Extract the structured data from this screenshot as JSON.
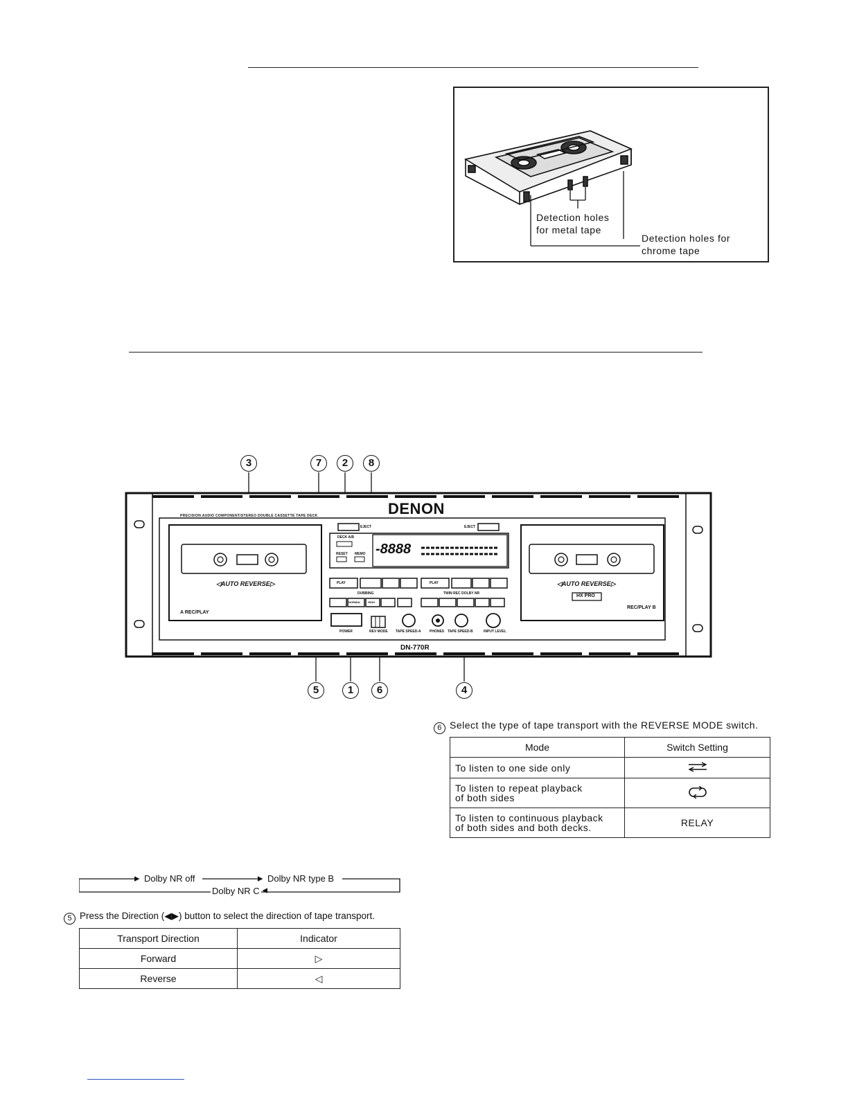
{
  "cassette_figure": {
    "label_metal": [
      "Detection holes",
      "for metal tape"
    ],
    "label_chrome": [
      "Detection holes for",
      "chrome tape"
    ]
  },
  "deck": {
    "brand": "DENON",
    "model": "DN-770R",
    "tagline": "PRECISION AUDIO COMPONENT/STEREO DOUBLE CASSETTE TAPE DECK",
    "auto_reverse": "AUTO REVERSE",
    "hx_pro": "HX PRO",
    "deck_a_label": "A REC/PLAY",
    "deck_b_label": "REC/PLAY B",
    "eject": "EJECT",
    "counter": "-8888",
    "deck_ab": "DECK A/B",
    "reset": "RESET",
    "memo": "MEMO",
    "play": "PLAY",
    "dubbing": "DUBBING",
    "normal": "NORMAL",
    "high": "HIGH",
    "dolby_nr": "TWIN REC DOLBY NR",
    "power": "POWER",
    "rev_mode": "REV MODE",
    "tape_speed_a": "TAPE SPEED-A",
    "phones": "PHONES",
    "tape_speed_b": "TAPE SPEED-B",
    "input_level": "INPUT LEVEL",
    "callouts_top": [
      "3",
      "7",
      "2",
      "8"
    ],
    "callouts_bottom": [
      "5",
      "1",
      "6",
      "4"
    ]
  },
  "reverse_mode": {
    "number": "6",
    "instruction": "Select the type of tape transport with the REVERSE MODE switch.",
    "headers": [
      "Mode",
      "Switch Setting"
    ],
    "rows": [
      {
        "mode": [
          "To listen to one side only"
        ],
        "setting": "",
        "icon": "one-way-arrows-icon"
      },
      {
        "mode": [
          "To listen to repeat playback",
          "of both sides"
        ],
        "setting": "",
        "icon": "loop-arrows-icon"
      },
      {
        "mode": [
          "To listen to continuous playback",
          "of both sides and both decks."
        ],
        "setting": "RELAY",
        "icon": ""
      }
    ]
  },
  "dolby_flow": {
    "off": "Dolby NR off",
    "type_b": "Dolby NR type B",
    "c": "Dolby NR C"
  },
  "direction": {
    "number": "5",
    "instruction": "Press the Direction (◀▶) button to select the direction of tape transport.",
    "headers": [
      "Transport Direction",
      "Indicator"
    ],
    "rows": [
      {
        "direction": "Forward",
        "indicator": "▷"
      },
      {
        "direction": "Reverse",
        "indicator": "◁"
      }
    ]
  }
}
